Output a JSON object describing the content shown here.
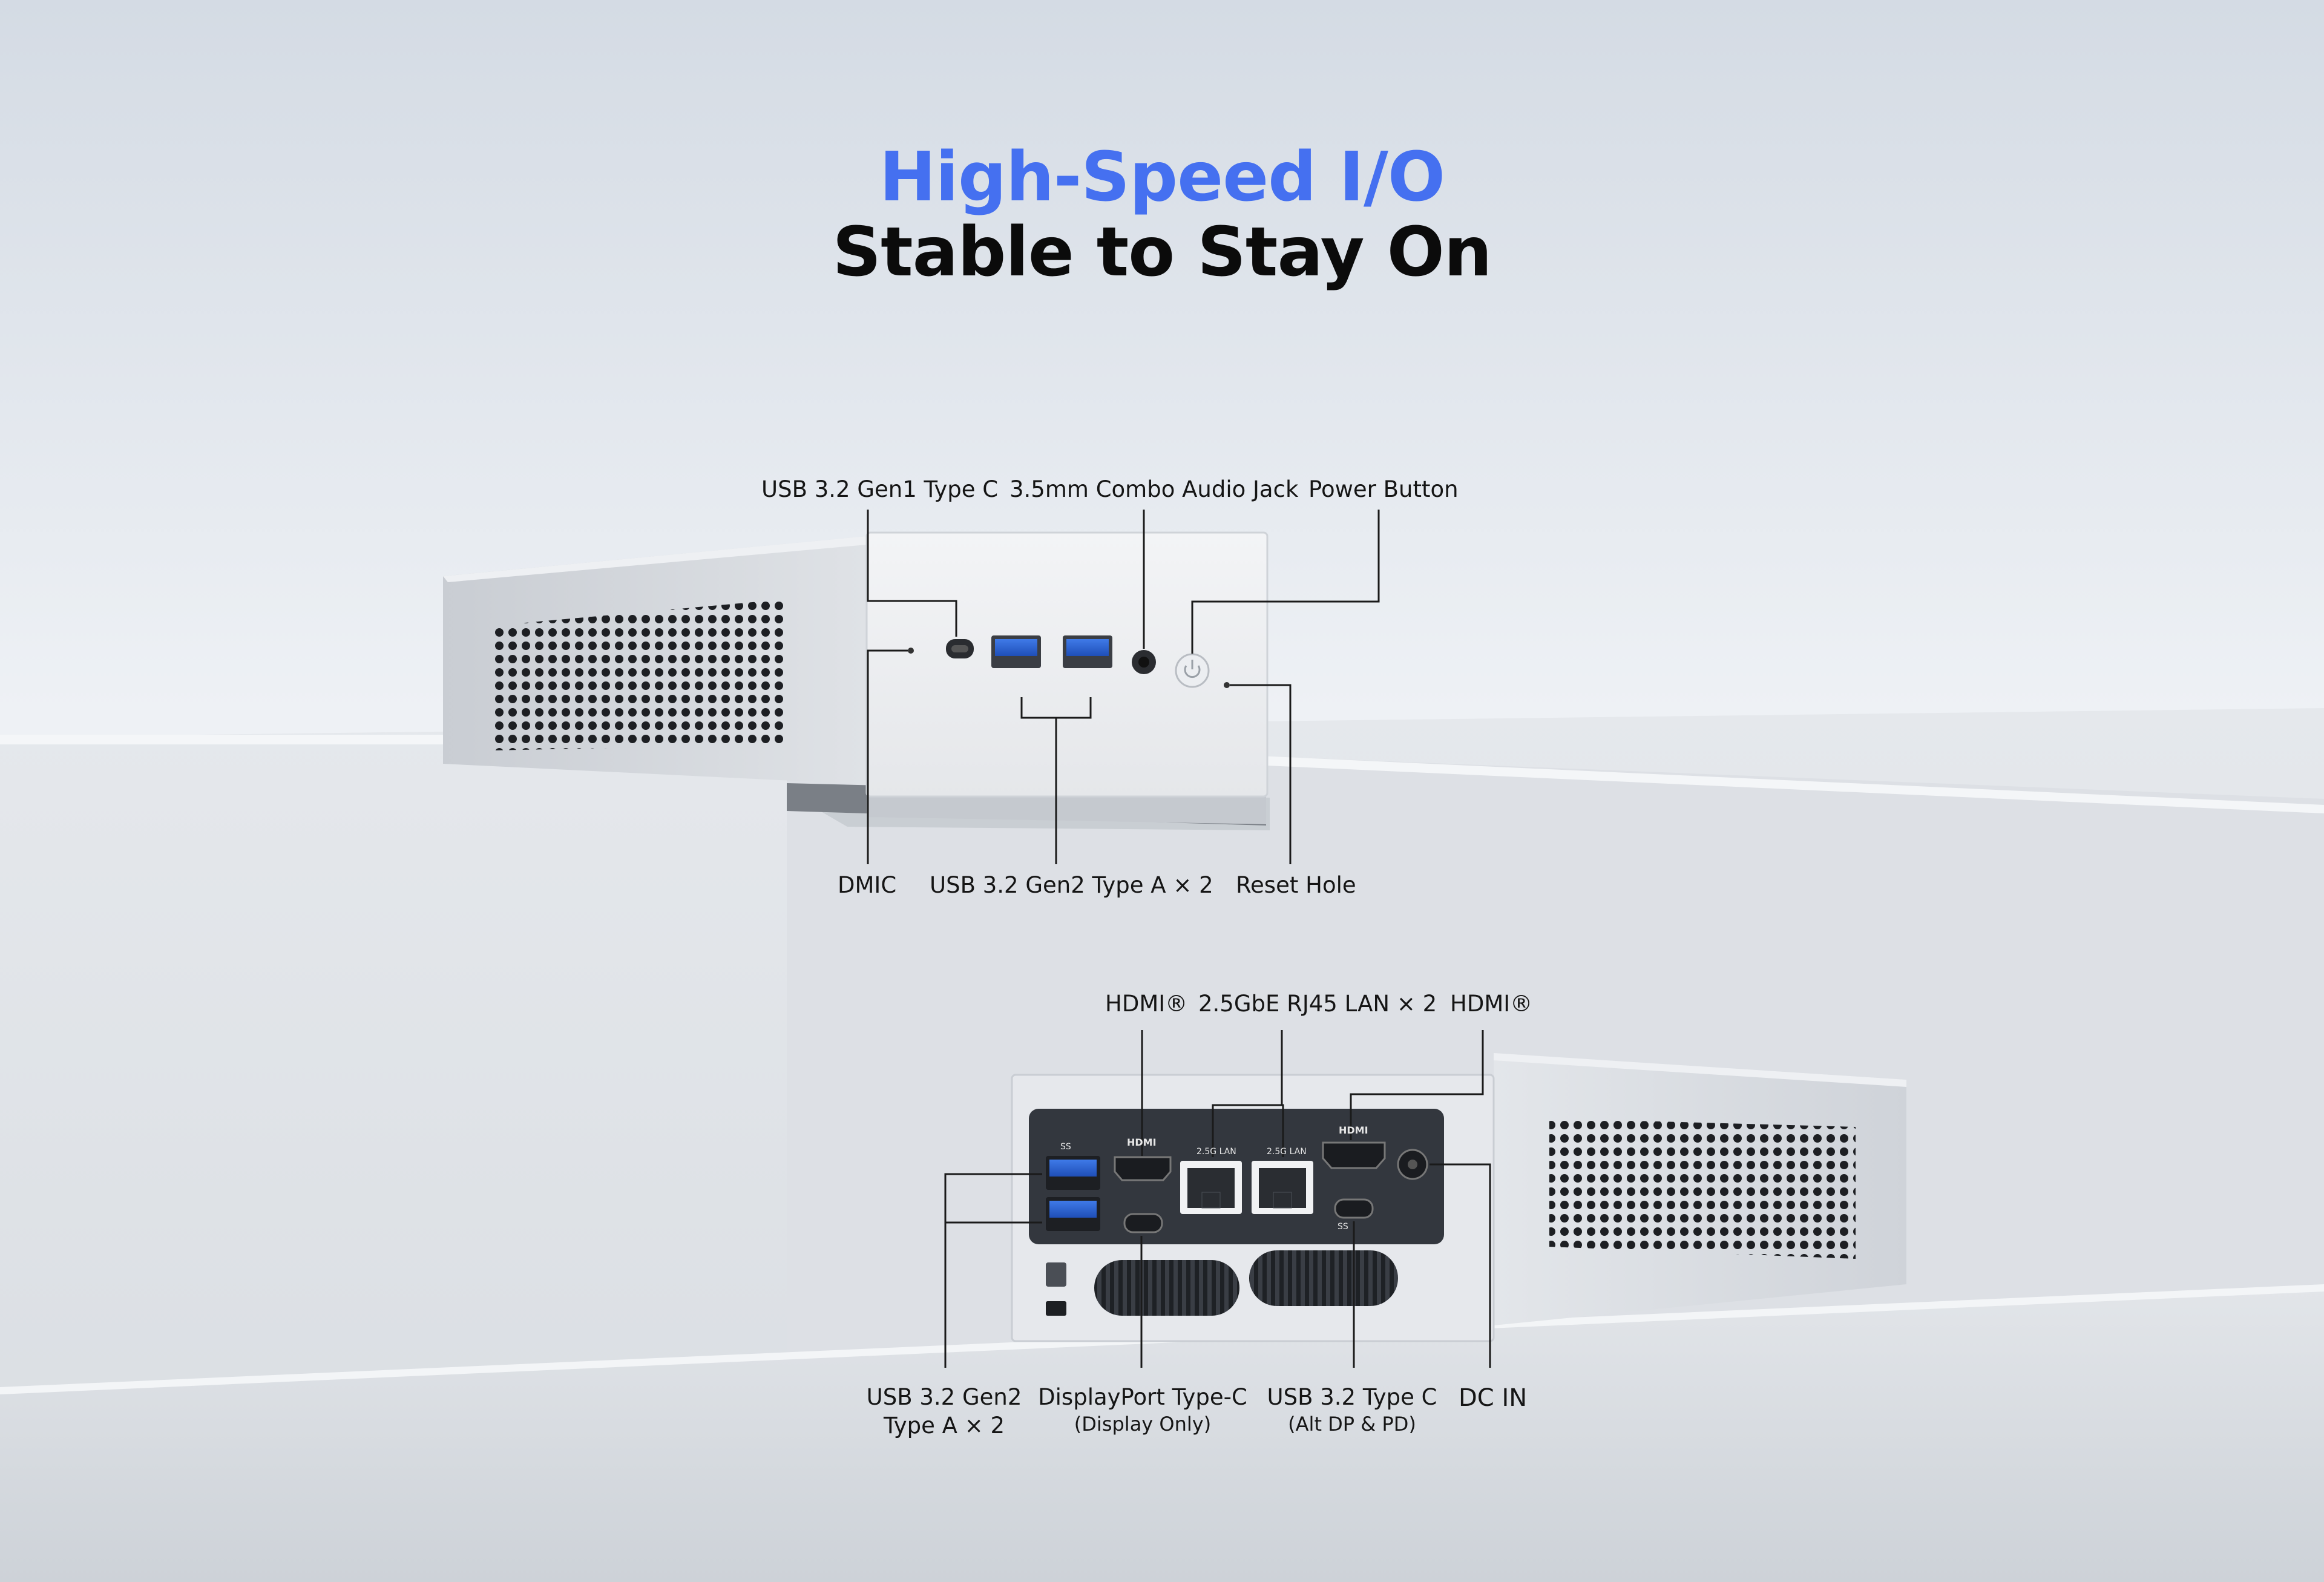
{
  "heading": {
    "line1": "High-Speed I/O",
    "line2": "Stable to Stay On",
    "accent_color": "#4570f0"
  },
  "front_labels": {
    "usb_c_gen1": "USB 3.2 Gen1 Type C",
    "audio_jack": "3.5mm Combo Audio Jack",
    "power_button": "Power Button",
    "dmic": "DMIC",
    "usb_a_gen2": "USB 3.2 Gen2 Type A × 2",
    "reset_hole": "Reset Hole"
  },
  "rear_labels": {
    "hdmi_left": "HDMI®",
    "lan": "2.5GbE RJ45 LAN × 2",
    "hdmi_right": "HDMI®",
    "usb_a_line1": "USB 3.2 Gen2",
    "usb_a_line2": "Type A × 2",
    "displayport_line1": "DisplayPort Type-C",
    "displayport_line2": "(Display Only)",
    "usb_c_line1": "USB 3.2 Type C",
    "usb_c_line2": "(Alt DP & PD)",
    "dc_in": "DC IN"
  },
  "port_markings": {
    "hdmi": "HDMI",
    "lan_left": "2.5G LAN",
    "lan_right": "2.5G LAN",
    "usb_a": "SS",
    "usb_c": "SS"
  },
  "colors": {
    "usb_blue": "#2f66d8",
    "chassis": "#e4e7ec",
    "rear_panel": "#33373e"
  }
}
